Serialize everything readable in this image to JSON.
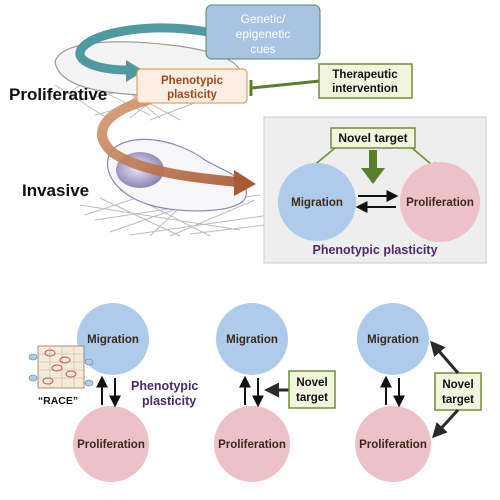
{
  "top": {
    "cue_label_line1": "Genetic/",
    "cue_label_line2": "epigenetic",
    "cue_label_line3": "cues",
    "plasticity_line1": "Phenotypic",
    "plasticity_line2": "plasticity",
    "therapy_line1": "Therapeutic",
    "therapy_line2": "intervention",
    "proliferative": "Proliferative",
    "invasive": "Invasive"
  },
  "inset": {
    "novel_target": "Novel target",
    "migration": "Migration",
    "proliferation": "Proliferation",
    "caption": "Phenotypic plasticity"
  },
  "bottom": {
    "left": {
      "migration": "Migration",
      "proliferation": "Proliferation",
      "race": "“RACE”",
      "plasticity_line1": "Phenotypic",
      "plasticity_line2": "plasticity"
    },
    "middle": {
      "migration": "Migration",
      "proliferation": "Proliferation",
      "novel_line1": "Novel",
      "novel_line2": "target"
    },
    "right": {
      "migration": "Migration",
      "proliferation": "Proliferation",
      "novel_line1": "Novel",
      "novel_line2": "target"
    }
  },
  "colors": {
    "migration_fill": "#aecbeb",
    "proliferation_fill": "#ecc1c7",
    "cue_box": "#a8c4e2",
    "plasticity_border": "#e7a05a",
    "plasticity_fill": "#fdeee4",
    "therapy_border": "#6f8f35",
    "therapy_fill": "#f1f5dd",
    "inset_bg": "#eeeeee",
    "arrow_teal": "#4f9aa2",
    "arrow_brown": "#b5673a",
    "inhibit_green": "#5a7f2a",
    "caption_purple": "#4b2a6a"
  }
}
